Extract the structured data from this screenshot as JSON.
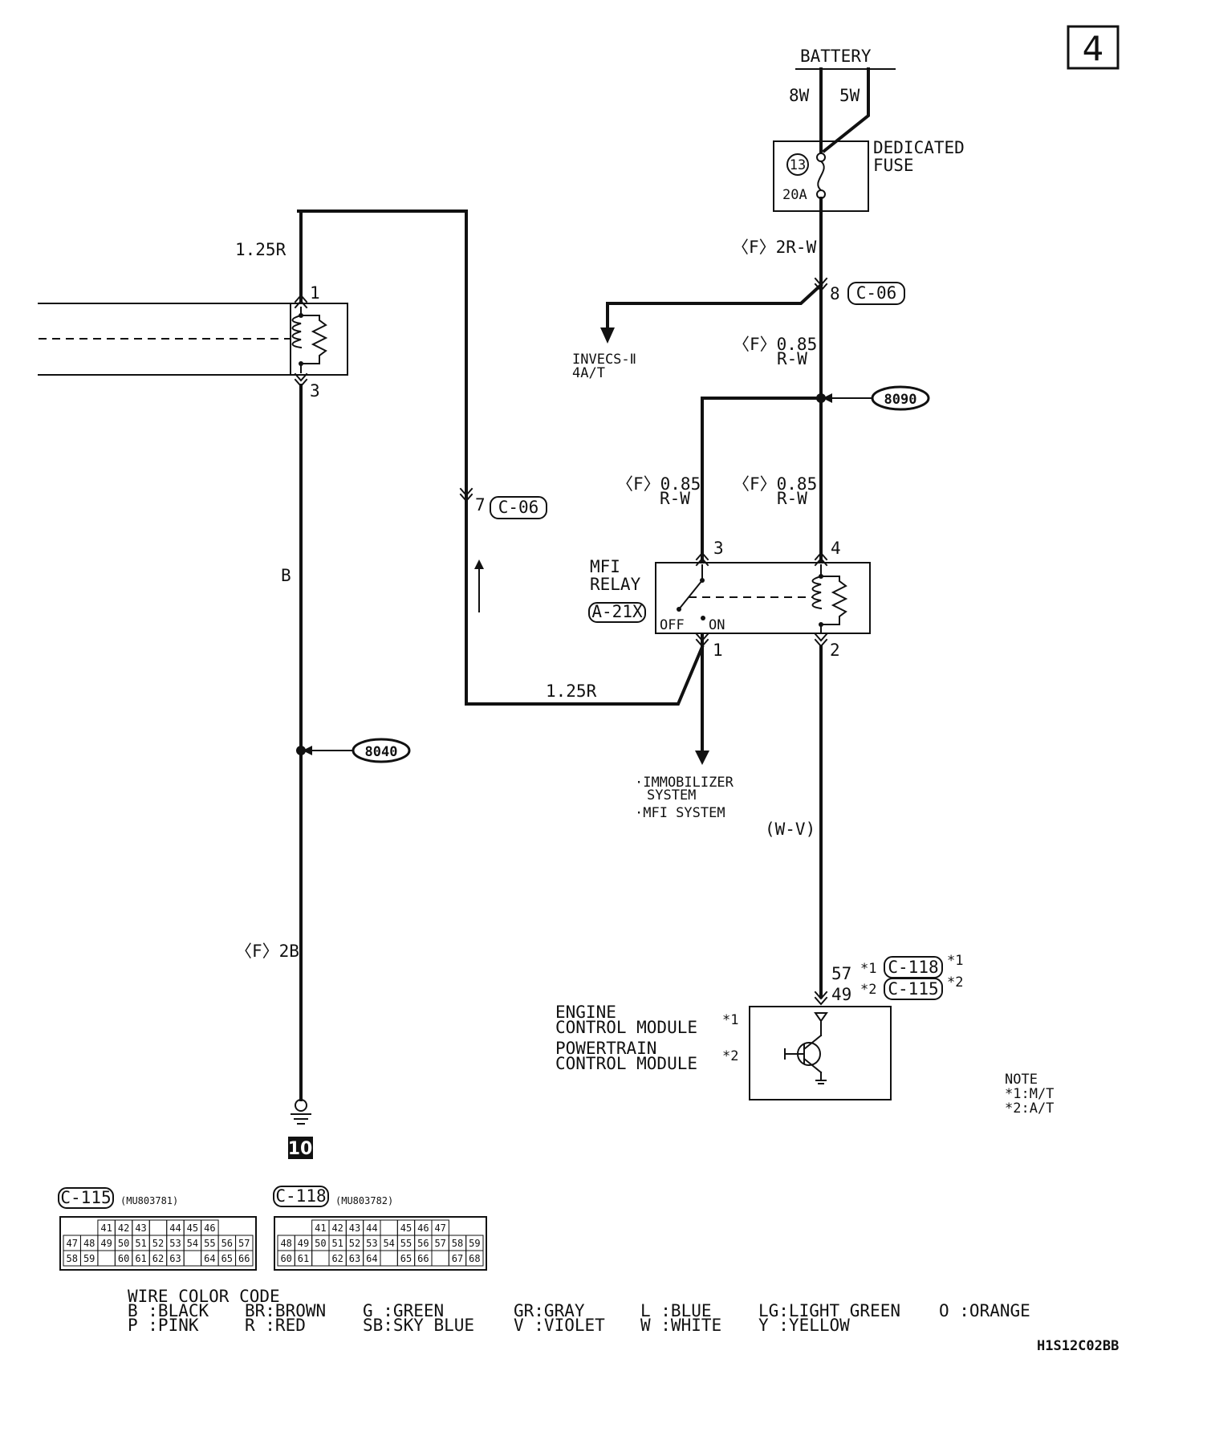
{
  "page_number": "4",
  "battery": {
    "label": "BATTERY",
    "wire_a": "8W",
    "wire_b": "5W"
  },
  "fuse": {
    "title_1": "DEDICATED",
    "title_2": "FUSE",
    "number": "13",
    "rating": "20A"
  },
  "wires": {
    "fuse_out": "〈F〉2R-W",
    "to_relay4_1": "〈F〉0.85",
    "to_relay4_2": "R-W",
    "branch_1": "〈F〉0.85",
    "branch_2": "R-W",
    "relay3_1": "〈F〉0.85",
    "relay3_2": "R-W",
    "left_top": "1.25R",
    "bottom_mid": "1.25R",
    "left_vertical": "B",
    "ground_lead": "〈F〉2B",
    "ecm_lead": "(W-V)"
  },
  "connectors": {
    "c06_top_pin": "8",
    "c06_top": "C-06",
    "c06_mid_pin": "7",
    "c06_mid": "C-06",
    "left_pin_top": "1",
    "left_pin_bottom": "3"
  },
  "splices": {
    "upper": "8090",
    "lower": "8040"
  },
  "invecs": {
    "line1": "INVECS-Ⅱ",
    "line2": "4A/T"
  },
  "relay": {
    "title_1": "MFI",
    "title_2": "RELAY",
    "id": "A-21X",
    "off": "OFF",
    "on": "ON",
    "pin3": "3",
    "pin4": "4",
    "pin1": "1",
    "pin2": "2"
  },
  "relay_outputs": {
    "line1": "·IMMOBILIZER",
    "line2": "SYSTEM",
    "line3": "·MFI SYSTEM"
  },
  "module": {
    "pin_a": "57",
    "mark_a": "*1",
    "conn_a": "C-118",
    "sup_a": "*1",
    "pin_b": "49",
    "mark_b": "*2",
    "conn_b": "C-115",
    "sup_b": "*2",
    "line1": "ENGINE",
    "line2": "CONTROL MODULE",
    "line2_mark": "*1",
    "line3": "POWERTRAIN",
    "line4": "CONTROL MODULE",
    "line4_mark": "*2"
  },
  "note": {
    "title": "NOTE",
    "line1": "*1:M/T",
    "line2": "*2:A/T"
  },
  "ground": {
    "number": "10"
  },
  "connector_views": [
    {
      "id": "C-115",
      "part": "(MU803781)",
      "rows": [
        [
          "41",
          "42",
          "43",
          "",
          "44",
          "45",
          "46"
        ],
        [
          "47",
          "48",
          "49",
          "50",
          "51",
          "52",
          "53",
          "54",
          "55",
          "56",
          "57"
        ],
        [
          "58",
          "59",
          "",
          "60",
          "61",
          "62",
          "63",
          "",
          "64",
          "65",
          "66"
        ]
      ]
    },
    {
      "id": "C-118",
      "part": "(MU803782)",
      "rows": [
        [
          "41",
          "42",
          "43",
          "44",
          "",
          "45",
          "46",
          "47"
        ],
        [
          "48",
          "49",
          "50",
          "51",
          "52",
          "53",
          "54",
          "55",
          "56",
          "57",
          "58",
          "59"
        ],
        [
          "60",
          "61",
          "",
          "62",
          "63",
          "64",
          "",
          "65",
          "66",
          "",
          "67",
          "68"
        ]
      ]
    }
  ],
  "color_code": {
    "title": "WIRE COLOR CODE",
    "row1": [
      "B :BLACK",
      "BR:BROWN",
      "G :GREEN",
      "GR:GRAY",
      "L :BLUE",
      "LG:LIGHT GREEN",
      "O :ORANGE"
    ],
    "row2": [
      "P :PINK",
      "R :RED",
      "SB:SKY BLUE",
      "V :VIOLET",
      "W :WHITE",
      "Y :YELLOW"
    ]
  },
  "figure_code": "H1S12C02BB"
}
